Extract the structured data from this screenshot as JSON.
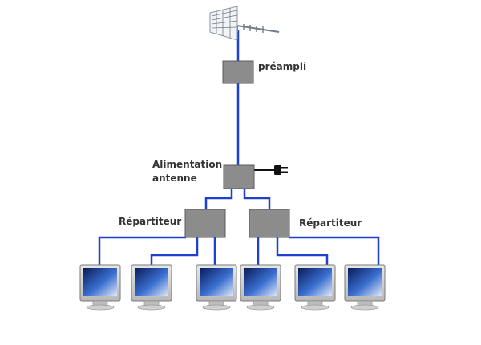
{
  "labels": {
    "preampli": "préampli",
    "alimentation_line1": "Alimentation",
    "alimentation_line2": "antenne",
    "repartiteur_left": "Répartiteur",
    "repartiteur_right": "Répartiteur"
  },
  "colors": {
    "cable": "#1f3fd1",
    "box_fill": "#8c8c8c",
    "box_stroke": "#5a5a5a",
    "text": "#333333"
  },
  "icons": {
    "antenna": "antenna-icon",
    "plug": "power-plug-icon",
    "monitor": "monitor-icon"
  },
  "monitor_count": 6
}
